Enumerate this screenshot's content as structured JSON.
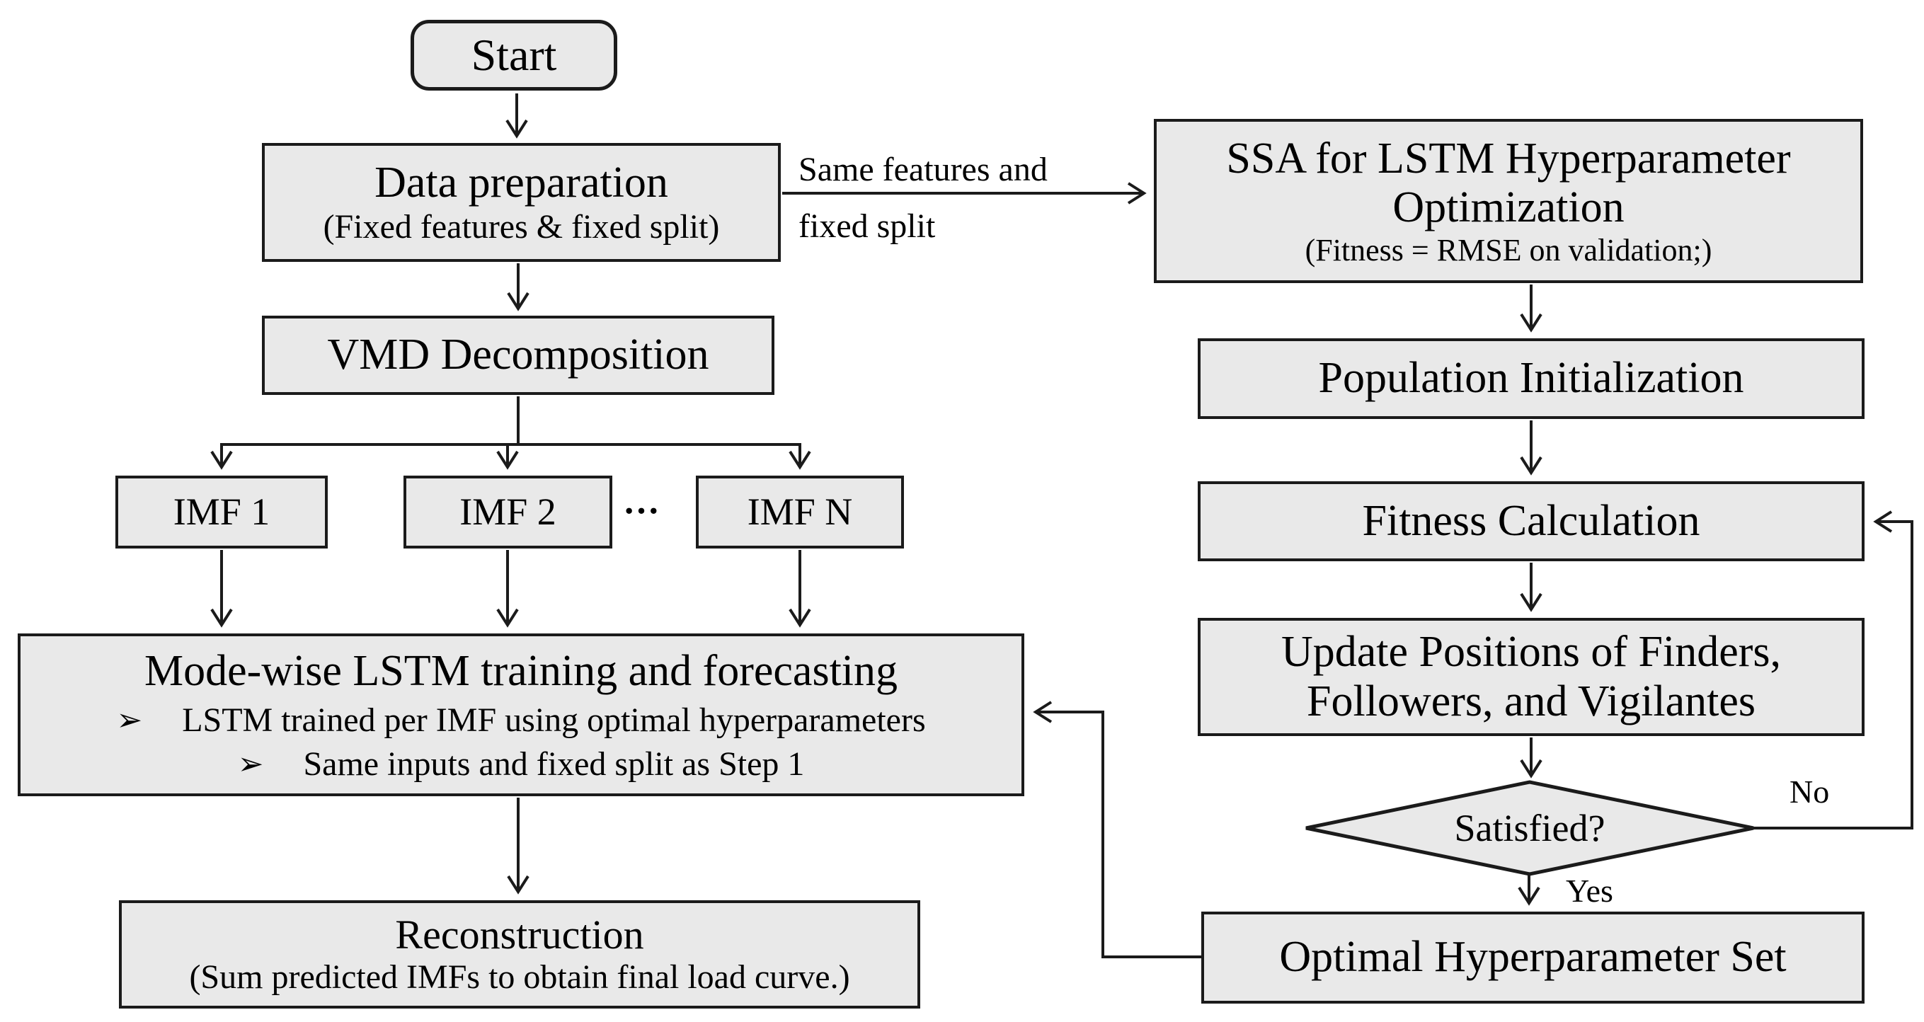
{
  "nodes": {
    "start": {
      "label": "Start"
    },
    "data_preparation": {
      "title": "Data preparation",
      "subtitle": "(Fixed features & fixed split)"
    },
    "vmd": {
      "label": "VMD Decomposition"
    },
    "imf_1": {
      "label": "IMF 1"
    },
    "imf_2": {
      "label": "IMF 2"
    },
    "imf_ellipsis": "···",
    "imf_n": {
      "label": "IMF N"
    },
    "mode_wise": {
      "title": "Mode-wise LSTM training and forecasting",
      "bullet_glyph": "➢",
      "bullets": [
        "LSTM trained per IMF using optimal hyperparameters",
        "Same inputs and fixed split as Step 1"
      ]
    },
    "reconstruction": {
      "title": "Reconstruction",
      "subtitle": "(Sum predicted IMFs to obtain final load curve.)"
    },
    "ssa_optimization": {
      "title_line1": "SSA for LSTM Hyperparameter",
      "title_line2": "Optimization",
      "subtitle": "(Fitness = RMSE on validation;)"
    },
    "population_init": {
      "label": "Population Initialization"
    },
    "fitness_calc": {
      "label": "Fitness Calculation"
    },
    "update_positions": {
      "line1": "Update Positions of Finders,",
      "line2": "Followers, and Vigilantes"
    },
    "satisfied": {
      "label": "Satisfied?"
    },
    "optimal_set": {
      "label": "Optimal Hyperparameter Set"
    }
  },
  "edge_labels": {
    "same_features_line1": "Same features and",
    "same_features_line2": "fixed split",
    "no": "No",
    "yes": "Yes"
  },
  "colors": {
    "node_fill": "#e9e9e9",
    "node_border": "#1b1b1b",
    "edge_stroke": "#1b1b1b",
    "text": "#000000",
    "background": "#ffffff"
  }
}
